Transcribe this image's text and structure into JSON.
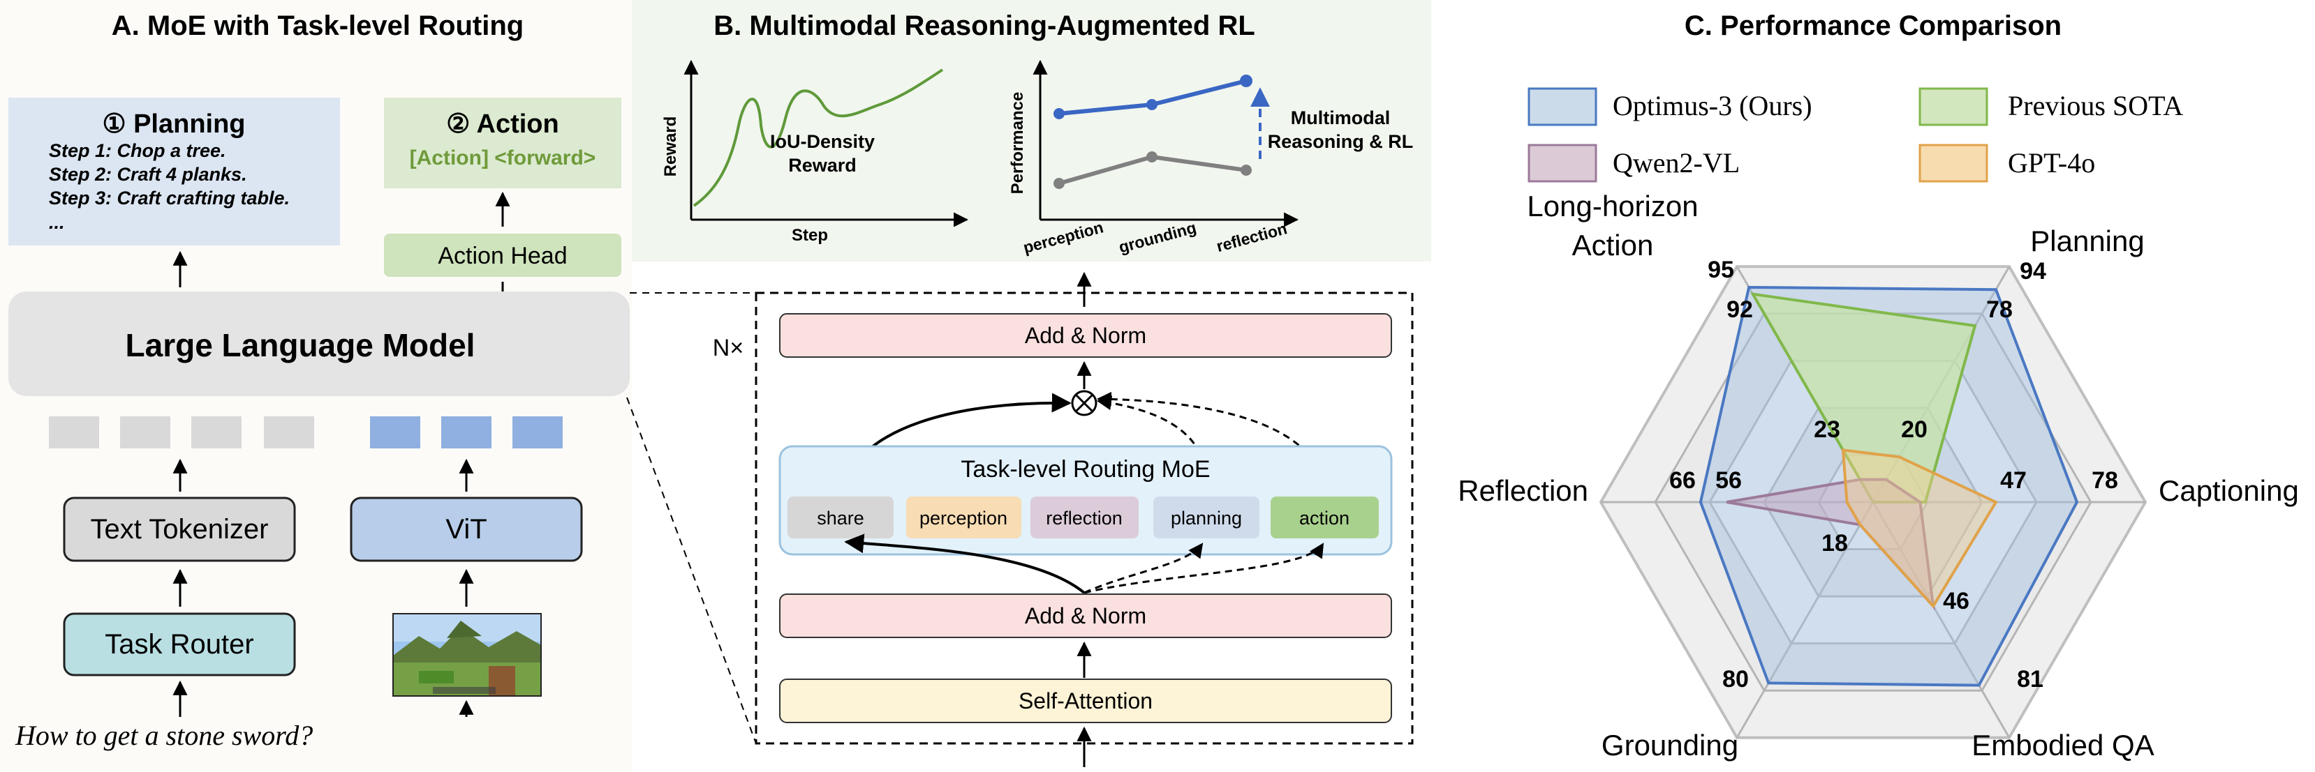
{
  "panel_a": {
    "title": "A. MoE with Task-level Routing",
    "planning": {
      "title": "① Planning",
      "steps": [
        "Step 1: Chop a tree.",
        "Step 2: Craft 4 planks.",
        "Step 3: Craft crafting table.",
        "..."
      ]
    },
    "action": {
      "title": "② Action",
      "text": "[Action] <forward>"
    },
    "action_head": "Action Head",
    "llm": "Large Language Model",
    "text_tokenizer": "Text Tokenizer",
    "vit": "ViT",
    "task_router": "Task Router",
    "question": "How to get a stone sword?"
  },
  "panel_b": {
    "title": "B. Multimodal Reasoning-Augmented RL",
    "reward_chart": {
      "ylabel": "Reward",
      "xlabel": "Step",
      "annotation": "IoU-Density\nReward"
    },
    "perf_chart": {
      "ylabel": "Performance",
      "categories": [
        "perception",
        "grounding",
        "reflection"
      ],
      "annotation": "Multimodal\nReasoning & RL"
    },
    "nx": "N×",
    "add_norm": "Add & Norm",
    "moe_title": "Task-level Routing MoE",
    "experts": [
      "share",
      "perception",
      "reflection",
      "planning",
      "action"
    ],
    "self_attention": "Self-Attention",
    "multiply": "⊗"
  },
  "panel_c": {
    "title": "C. Performance Comparison",
    "legend": [
      {
        "name": "Optimus-3 (Ours)",
        "color": "#4a78c2",
        "fill": "#cbdbea"
      },
      {
        "name": "Previous SOTA",
        "color": "#80b84a",
        "fill": "#d2e7bd"
      },
      {
        "name": "Qwen2-VL",
        "color": "#9c7a9a",
        "fill": "#dccbd6"
      },
      {
        "name": "GPT-4o",
        "color": "#e0a24a",
        "fill": "#f7dcb0"
      }
    ]
  },
  "chart_data": {
    "type": "radar",
    "title": "C. Performance Comparison",
    "axes": [
      "Planning",
      "Captioning",
      "Embodied QA",
      "Grounding",
      "Reflection",
      "Long-horizon\nAction"
    ],
    "series": [
      {
        "name": "Optimus-3 (Ours)",
        "values": [
          94,
          78,
          81,
          80,
          66,
          95
        ]
      },
      {
        "name": "Previous SOTA",
        "values": [
          78,
          20,
          0,
          0,
          0,
          92
        ]
      },
      {
        "name": "Qwen2-VL",
        "values": [
          10,
          18,
          46,
          10,
          56,
          10
        ]
      },
      {
        "name": "GPT-4o",
        "values": [
          20,
          47,
          46,
          10,
          10,
          23
        ]
      }
    ],
    "value_labels": [
      "94",
      "78",
      "81",
      "80",
      "66",
      "95",
      "92",
      "78",
      "23",
      "20",
      "47",
      "56",
      "18",
      "46"
    ],
    "max": 100,
    "grid_levels": 4
  }
}
